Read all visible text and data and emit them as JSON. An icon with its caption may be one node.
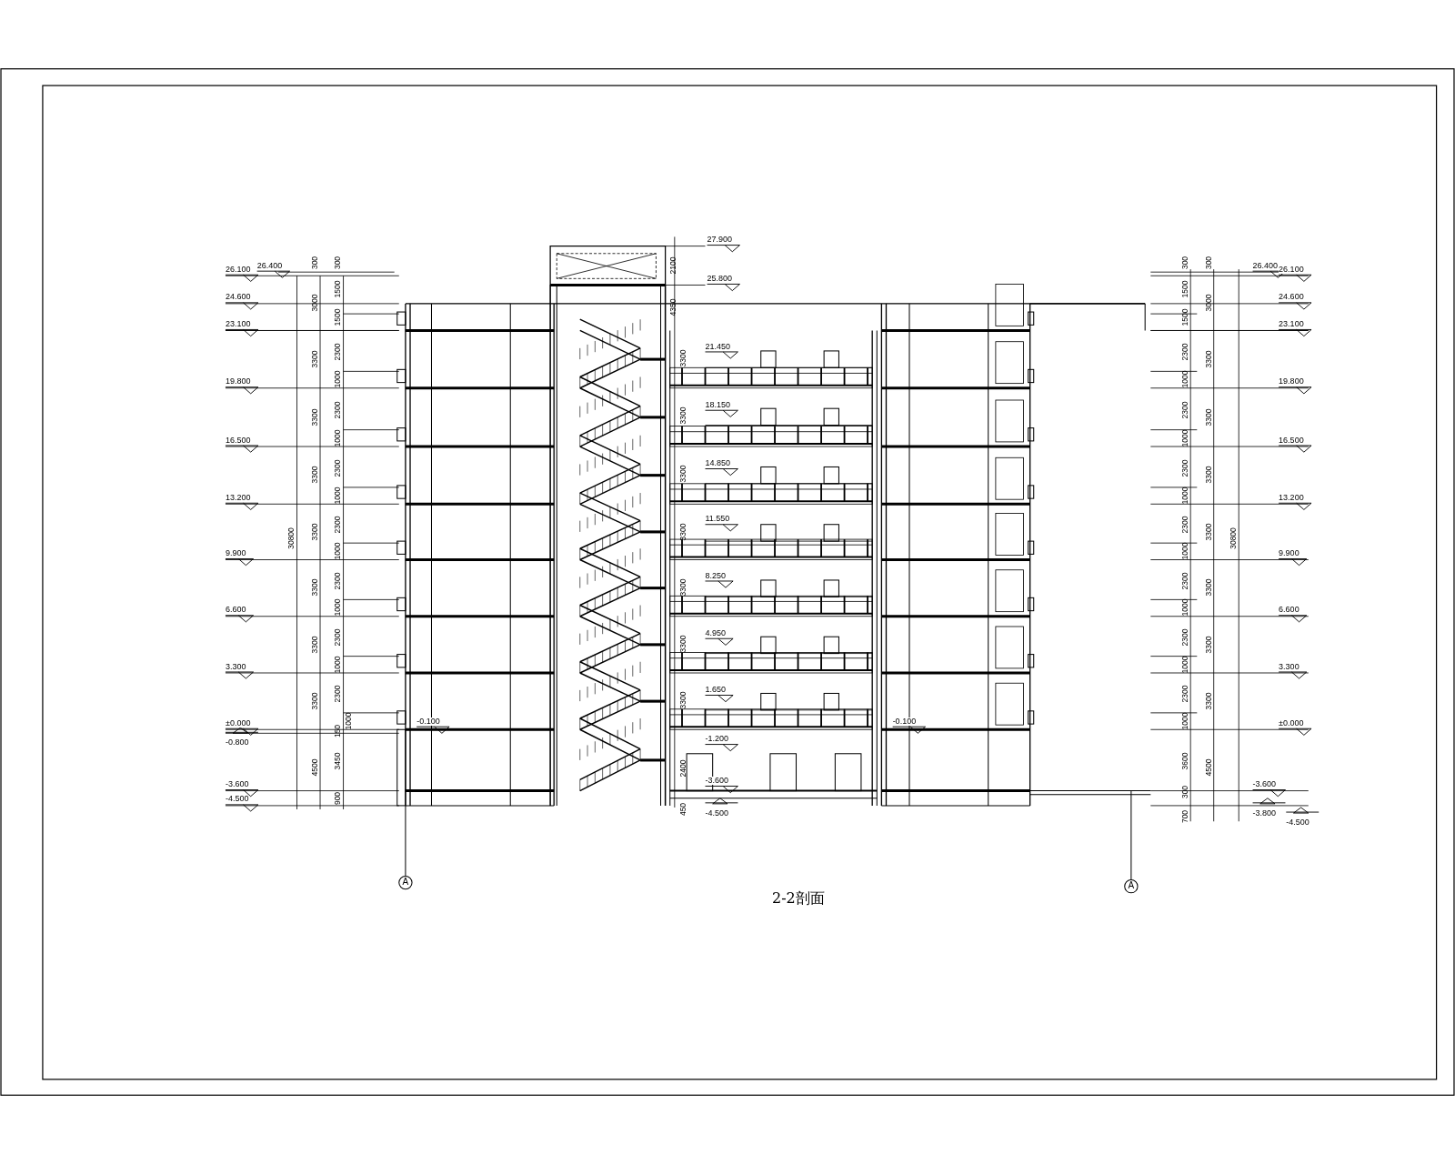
{
  "diagram": {
    "caption": "2-2剖面",
    "labels": [
      "26.100",
      "26.400",
      "24.600",
      "23.100",
      "19.800",
      "16.500",
      "13.200",
      "9.900",
      "6.600",
      "3.300",
      "±0.000",
      "-0.800",
      "-3.600",
      "-4.500",
      "30800",
      "300",
      "3000",
      "3300",
      "3300",
      "3300",
      "3300",
      "3300",
      "3300",
      "3300",
      "4500",
      "300",
      "1500",
      "1500",
      "2300",
      "1000",
      "2300",
      "1000",
      "2300",
      "1000",
      "2300",
      "1000",
      "2300",
      "1000",
      "2300",
      "1000",
      "2300",
      "1000",
      "150",
      "3450",
      "900",
      "27.900",
      "2100",
      "25.800",
      "4350",
      "21.450",
      "18.150",
      "14.850",
      "11.550",
      "8.250",
      "4.950",
      "1.650",
      "-1.200",
      "-3.600",
      "-4.500",
      "3300",
      "3300",
      "3300",
      "3300",
      "3300",
      "3300",
      "3300",
      "2400",
      "450",
      "-0.100",
      "-0.100",
      "26.400",
      "26.100",
      "24.600",
      "23.100",
      "19.800",
      "16.500",
      "13.200",
      "9.900",
      "6.600",
      "3.300",
      "±0.000",
      "-3.600",
      "-3.800",
      "-4.500",
      "300",
      "1500",
      "1500",
      "2300",
      "1000",
      "2300",
      "1000",
      "2300",
      "1000",
      "2300",
      "1000",
      "2300",
      "1000",
      "2300",
      "1000",
      "2300",
      "1000",
      "3600",
      "300",
      "700",
      "300",
      "3000",
      "3300",
      "3300",
      "3300",
      "3300",
      "3300",
      "3300",
      "3300",
      "4500",
      "30800",
      "A",
      "A"
    ]
  }
}
